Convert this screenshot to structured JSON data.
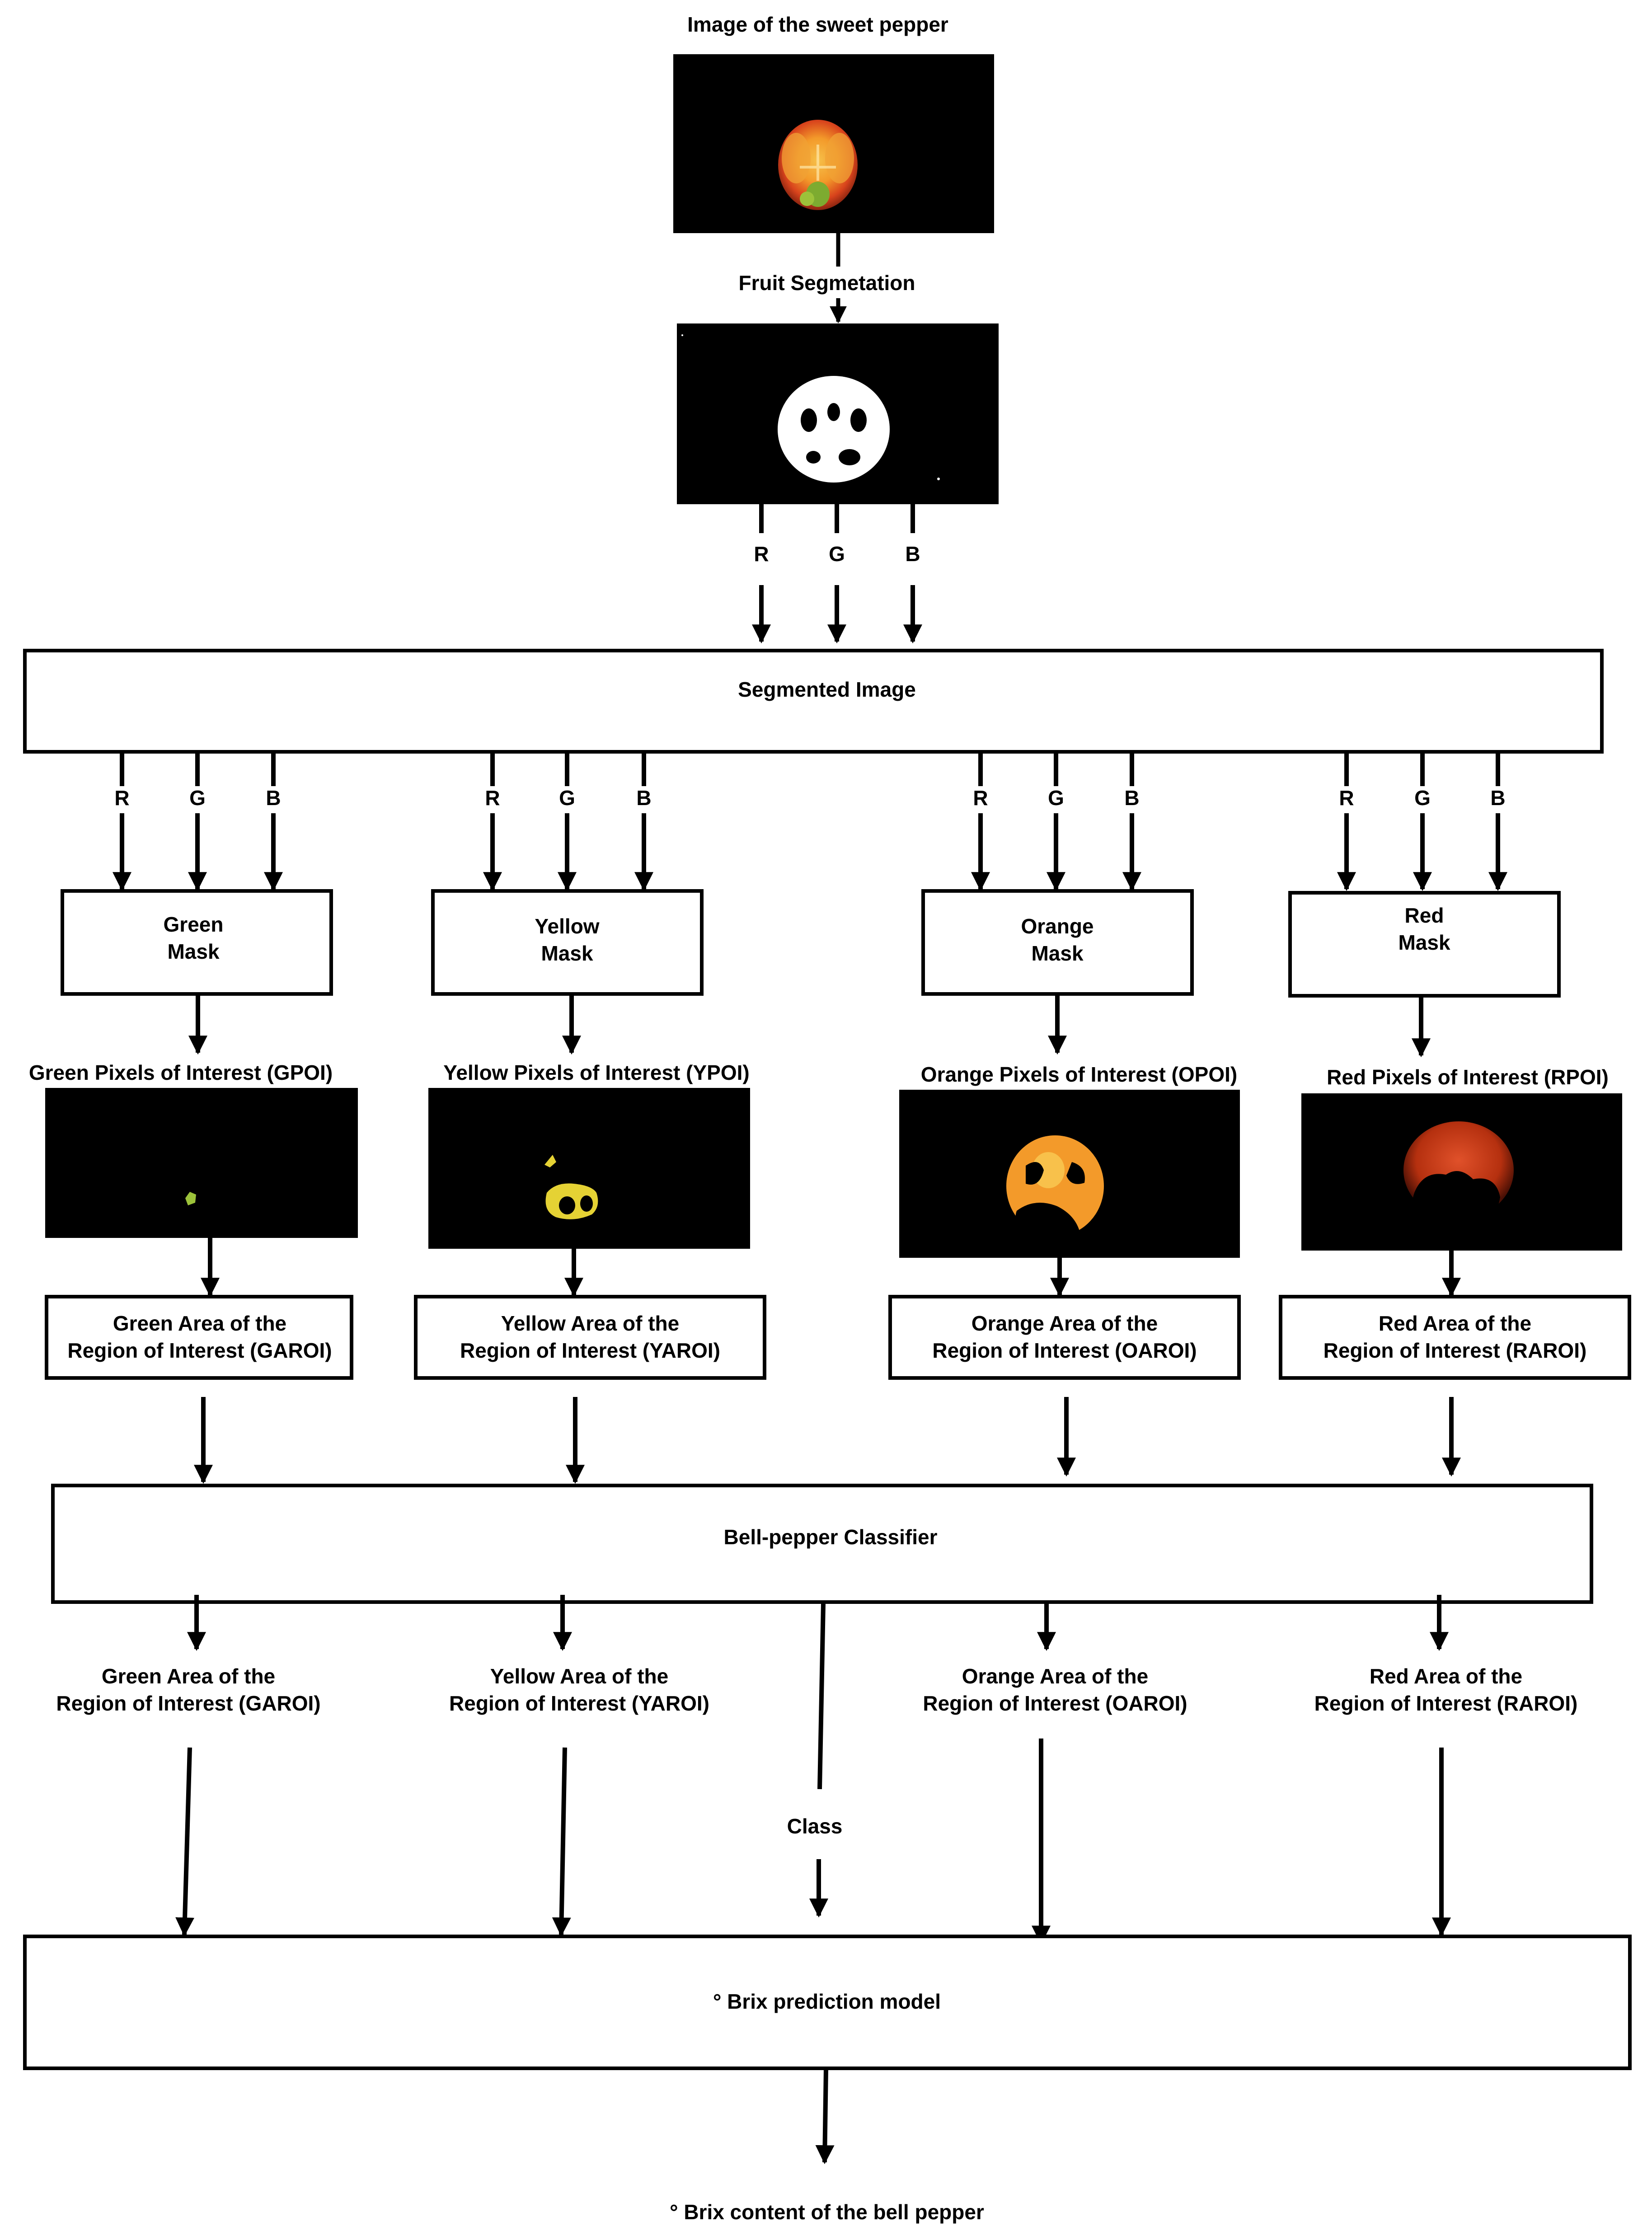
{
  "title": "Image of the sweet pepper",
  "segmentation_step": "Fruit Segmetation",
  "channels": [
    "R",
    "G",
    "B"
  ],
  "segmented_image_label": "Segmented Image",
  "masks": [
    {
      "line1": "Green",
      "line2": "Mask"
    },
    {
      "line1": "Yellow",
      "line2": "Mask"
    },
    {
      "line1": "Orange",
      "line2": "Mask"
    },
    {
      "line1": "Red",
      "line2": "Mask"
    }
  ],
  "pixels_of_interest": [
    "Green Pixels of Interest (GPOI)",
    "Yellow Pixels of Interest (YPOI)",
    "Orange Pixels of Interest (OPOI)",
    "Red Pixels of Interest (RPOI)"
  ],
  "areas": [
    {
      "line1": "Green Area of the",
      "line2": "Region of Interest (GAROI)"
    },
    {
      "line1": "Yellow Area of the",
      "line2": "Region of Interest (YAROI)"
    },
    {
      "line1": "Orange Area of the",
      "line2": "Region of Interest (OAROI)"
    },
    {
      "line1": "Red Area of the",
      "line2": "Region of Interest (RAROI)"
    }
  ],
  "classifier_label": "Bell-pepper Classifier",
  "class_label": "Class",
  "prediction_model_label": "° Brix prediction model",
  "output_label": "° Brix content of the bell pepper",
  "colors": {
    "stroke": "#000000",
    "photo_bg": "#000000",
    "pepper_red": "#d8431c",
    "pepper_orange": "#f39a2a",
    "pepper_yellow": "#e5d234",
    "pepper_green": "#9cc23a"
  }
}
